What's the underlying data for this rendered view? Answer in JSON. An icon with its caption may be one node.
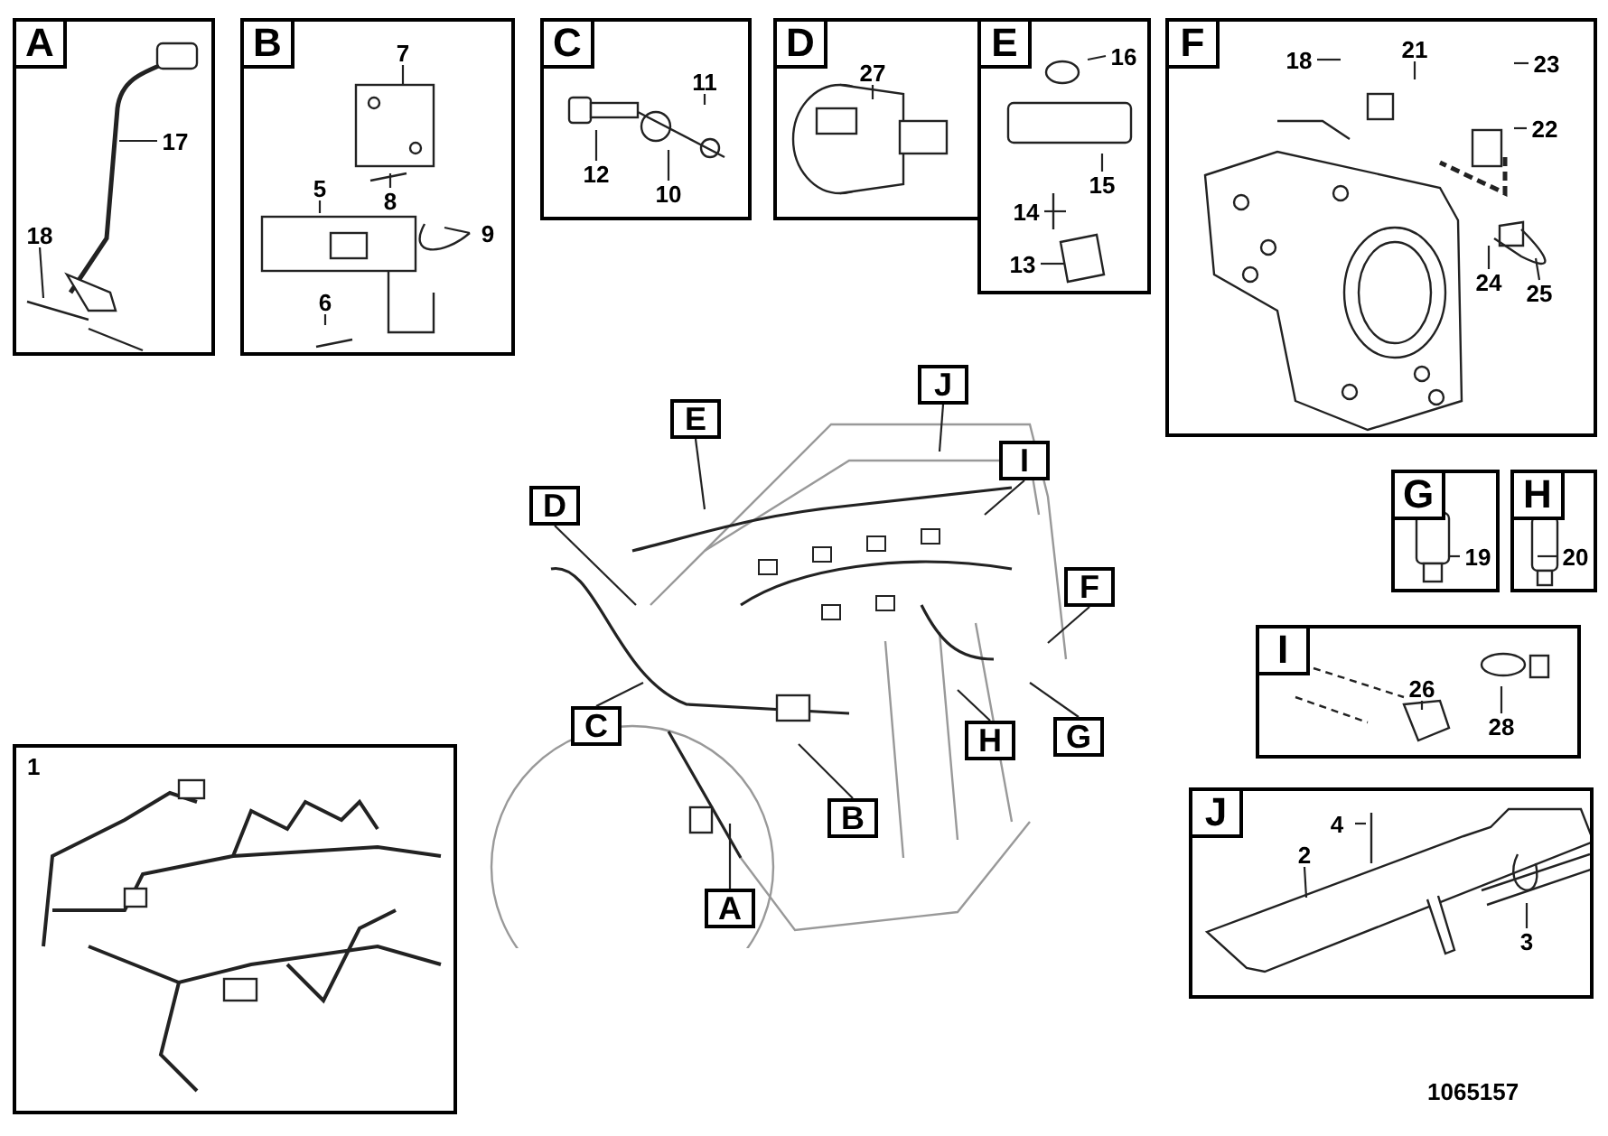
{
  "diagram": {
    "nodes": [
      {
        "text": [
          "A"
        ]
      },
      {
        "text": [
          "17"
        ],
        "in": 0
      },
      {
        "text": [
          "18"
        ],
        "in": 0
      },
      {
        "text": [
          "B"
        ]
      },
      {
        "text": [
          "7"
        ],
        "in": 3
      },
      {
        "text": [
          "8"
        ],
        "in": 3
      },
      {
        "text": [
          "5"
        ],
        "in": 3
      },
      {
        "text": [
          "9"
        ],
        "in": 3
      },
      {
        "text": [
          "6"
        ],
        "in": 3
      },
      {
        "text": [
          "C"
        ]
      },
      {
        "text": [
          "11"
        ],
        "in": 9
      },
      {
        "text": [
          "12"
        ],
        "in": 9
      },
      {
        "text": [
          "10"
        ],
        "in": 9
      },
      {
        "text": [
          "D"
        ]
      },
      {
        "text": [
          "27"
        ],
        "in": 13
      },
      {
        "text": [
          "E"
        ]
      },
      {
        "text": [
          "16"
        ],
        "in": 15
      },
      {
        "text": [
          "15"
        ],
        "in": 15
      },
      {
        "text": [
          "14"
        ],
        "in": 15
      },
      {
        "text": [
          "13"
        ],
        "in": 15
      },
      {
        "text": [
          "F"
        ]
      },
      {
        "text": [
          "18"
        ],
        "in": 20
      },
      {
        "text": [
          "21"
        ],
        "in": 20
      },
      {
        "text": [
          "23"
        ],
        "in": 20
      },
      {
        "text": [
          "22"
        ],
        "in": 20
      },
      {
        "text": [
          "24"
        ],
        "in": 20
      },
      {
        "text": [
          "25"
        ],
        "in": 20
      },
      {
        "text": [
          "G"
        ]
      },
      {
        "text": [
          "19"
        ],
        "in": 27
      },
      {
        "text": [
          "H"
        ]
      },
      {
        "text": [
          "20"
        ],
        "in": 29
      },
      {
        "text": [
          "I"
        ]
      },
      {
        "text": [
          "26"
        ],
        "in": 31
      },
      {
        "text": [
          "28"
        ],
        "in": 31
      },
      {
        "text": [
          "J"
        ]
      },
      {
        "text": [
          "4"
        ],
        "in": 34
      },
      {
        "text": [
          "2"
        ],
        "in": 34
      },
      {
        "text": [
          "3"
        ],
        "in": 34
      },
      {
        "text": [
          "1"
        ]
      },
      {
        "text": [
          "J"
        ]
      },
      {
        "text": [
          "E"
        ]
      },
      {
        "text": [
          "I"
        ]
      },
      {
        "text": [
          "D"
        ]
      },
      {
        "text": [
          "F"
        ]
      },
      {
        "text": [
          "C"
        ]
      },
      {
        "text": [
          "G"
        ]
      },
      {
        "text": [
          "H"
        ]
      },
      {
        "text": [
          "B"
        ]
      },
      {
        "text": [
          "A"
        ]
      }
    ],
    "edges": [
      {
        "from": 1,
        "to": null,
        "arrow": "none"
      },
      {
        "from": 2,
        "to": null,
        "arrow": "none"
      },
      {
        "from": 4,
        "to": null,
        "arrow": "none"
      },
      {
        "from": 5,
        "to": null,
        "arrow": "none"
      },
      {
        "from": 6,
        "to": null,
        "arrow": "none"
      },
      {
        "from": 7,
        "to": null,
        "arrow": "none"
      },
      {
        "from": 8,
        "to": null,
        "arrow": "none"
      },
      {
        "from": 10,
        "to": null,
        "arrow": "none"
      },
      {
        "from": 11,
        "to": null,
        "arrow": "none"
      },
      {
        "from": 12,
        "to": null,
        "arrow": "none"
      },
      {
        "from": 14,
        "to": null,
        "arrow": "none"
      },
      {
        "from": 16,
        "to": null,
        "arrow": "none"
      },
      {
        "from": 17,
        "to": null,
        "arrow": "none"
      },
      {
        "from": 18,
        "to": null,
        "arrow": "none"
      },
      {
        "from": 19,
        "to": null,
        "arrow": "none"
      },
      {
        "from": 21,
        "to": null,
        "arrow": "none"
      },
      {
        "from": 22,
        "to": null,
        "arrow": "none"
      },
      {
        "from": 23,
        "to": null,
        "arrow": "none"
      },
      {
        "from": 24,
        "to": null,
        "arrow": "none"
      },
      {
        "from": 25,
        "to": null,
        "arrow": "none"
      },
      {
        "from": 26,
        "to": null,
        "arrow": "none"
      },
      {
        "from": 28,
        "to": null,
        "arrow": "none"
      },
      {
        "from": 30,
        "to": null,
        "arrow": "none"
      },
      {
        "from": 32,
        "to": null,
        "arrow": "none"
      },
      {
        "from": 33,
        "to": null,
        "arrow": "none"
      },
      {
        "from": 35,
        "to": null,
        "arrow": "none"
      },
      {
        "from": 36,
        "to": null,
        "arrow": "none"
      },
      {
        "from": 37,
        "to": null,
        "arrow": "none"
      },
      {
        "from": 39,
        "to": null,
        "arrow": "none"
      },
      {
        "from": 40,
        "to": null,
        "arrow": "none"
      },
      {
        "from": 41,
        "to": null,
        "arrow": "none"
      },
      {
        "from": 42,
        "to": null,
        "arrow": "none"
      },
      {
        "from": 43,
        "to": null,
        "arrow": "none"
      },
      {
        "from": 44,
        "to": null,
        "arrow": "none"
      },
      {
        "from": 45,
        "to": null,
        "arrow": "none"
      },
      {
        "from": 46,
        "to": null,
        "arrow": "none"
      },
      {
        "from": 47,
        "to": null,
        "arrow": "none"
      },
      {
        "from": 48,
        "to": null,
        "arrow": "none"
      }
    ],
    "labels": [
      "1065157"
    ]
  }
}
